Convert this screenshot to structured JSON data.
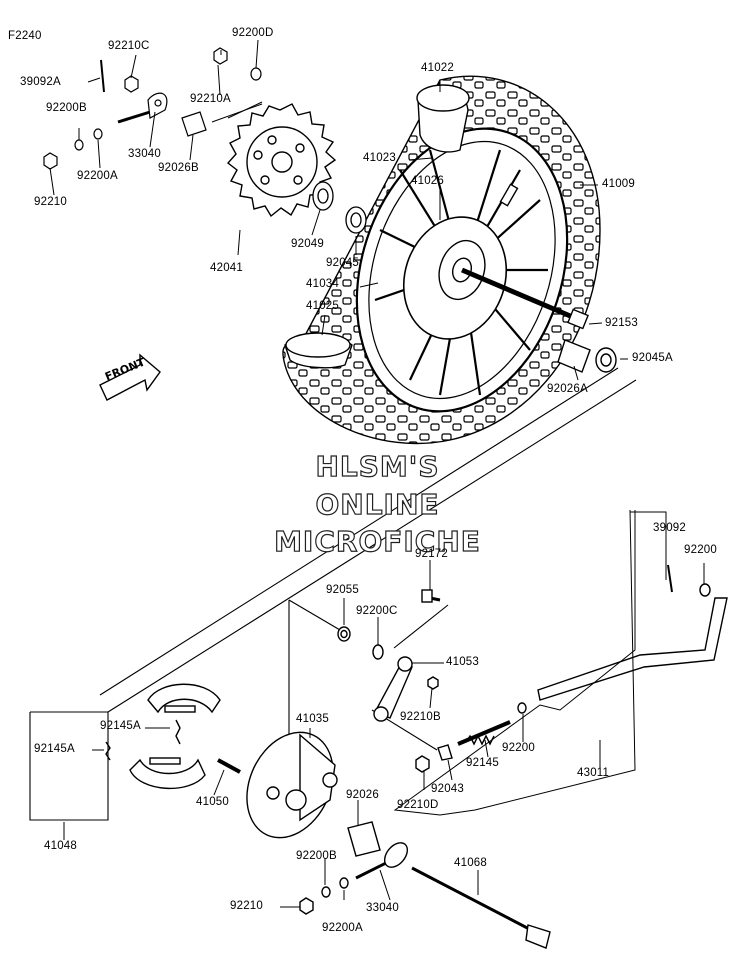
{
  "figure_code": "F2240",
  "watermark": [
    "HLSM'S",
    "ONLINE",
    "MICROFICHE"
  ],
  "front_label": "FRONT",
  "parts": [
    {
      "num": "92210C"
    },
    {
      "num": "92200D"
    },
    {
      "num": "39092A"
    },
    {
      "num": "92200B"
    },
    {
      "num": "92210A"
    },
    {
      "num": "33040"
    },
    {
      "num": "92026B"
    },
    {
      "num": "92200A"
    },
    {
      "num": "92210"
    },
    {
      "num": "41022"
    },
    {
      "num": "41023"
    },
    {
      "num": "41026"
    },
    {
      "num": "41009"
    },
    {
      "num": "92049"
    },
    {
      "num": "92045"
    },
    {
      "num": "42041"
    },
    {
      "num": "41034"
    },
    {
      "num": "41025"
    },
    {
      "num": "92153"
    },
    {
      "num": "92045A"
    },
    {
      "num": "92026A"
    },
    {
      "num": "39092"
    },
    {
      "num": "92200"
    },
    {
      "num": "92172"
    },
    {
      "num": "92055"
    },
    {
      "num": "92200C"
    },
    {
      "num": "41053"
    },
    {
      "num": "92210B"
    },
    {
      "num": "41035"
    },
    {
      "num": "92145A"
    },
    {
      "num": "92145A"
    },
    {
      "num": "41050"
    },
    {
      "num": "92200"
    },
    {
      "num": "92145"
    },
    {
      "num": "43011"
    },
    {
      "num": "92043"
    },
    {
      "num": "92210D"
    },
    {
      "num": "92026"
    },
    {
      "num": "41048"
    },
    {
      "num": "92200B"
    },
    {
      "num": "41068"
    },
    {
      "num": "92210"
    },
    {
      "num": "33040"
    },
    {
      "num": "92200A"
    }
  ]
}
